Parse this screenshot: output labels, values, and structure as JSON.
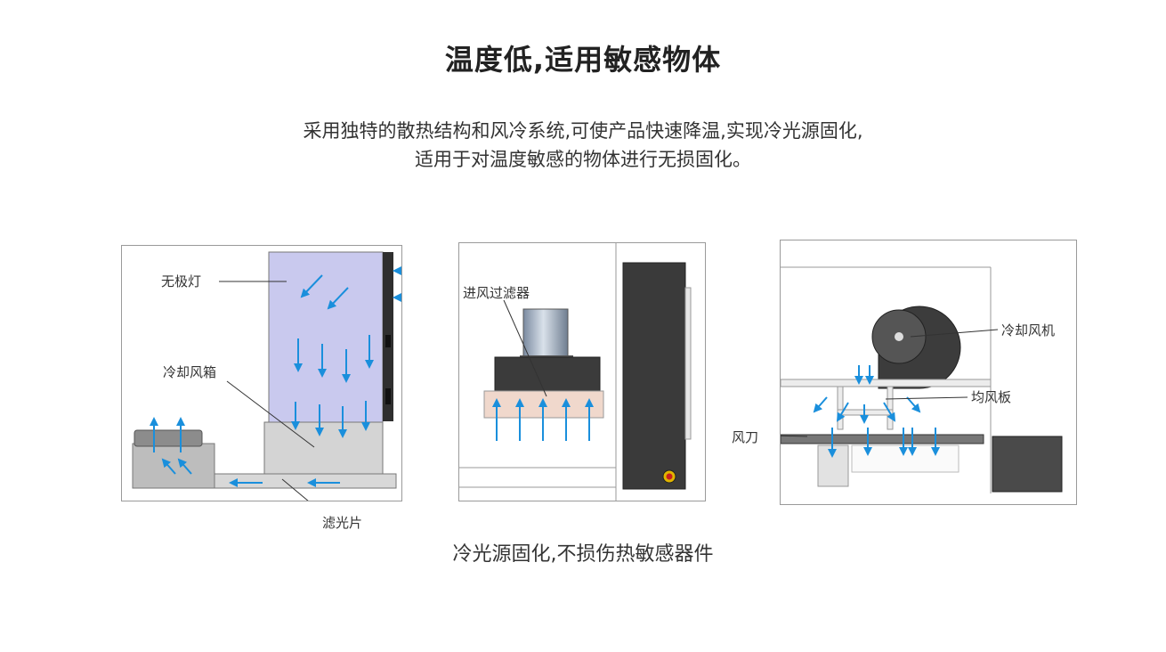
{
  "heading": "温度低,适用敏感物体",
  "subtitle_lines": [
    "采用独特的散热结构和风冷系统,可使产品快速降温,实现冷光源固化,",
    "适用于对温度敏感的物体进行无损固化。"
  ],
  "panels": {
    "left": {
      "labels": {
        "lamp": "无极灯",
        "cooling_box": "冷却风箱",
        "filter": "滤光片"
      }
    },
    "middle": {
      "labels": {
        "intake_filter": "进风过滤器"
      }
    },
    "right": {
      "labels": {
        "cooling_fan": "冷却风机",
        "air_plate": "均风板",
        "air_knife": "风刀"
      }
    }
  },
  "caption": "冷光源固化,不损伤热敏感器件",
  "colors": {
    "arrow": "#1a8fdc",
    "lamp_body": "#c9c9ee",
    "box_gray": "#d4d4d4",
    "dark_panel": "#3a3a3a",
    "filter_pink": "#f0d8cc"
  }
}
